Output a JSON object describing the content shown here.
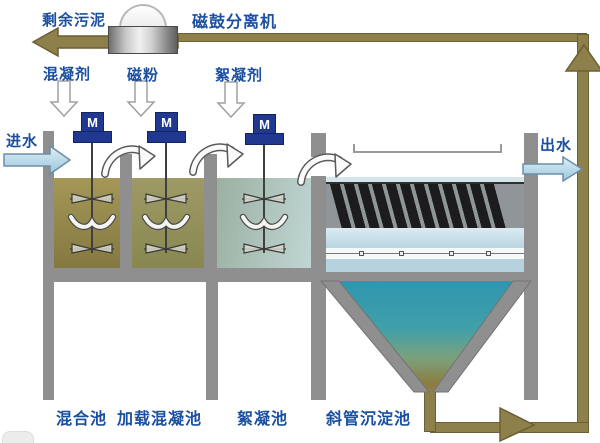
{
  "diagram": {
    "labels": {
      "excess_sludge": "剩余污泥",
      "drum_separator": "磁鼓分离机",
      "coagulant": "混凝剂",
      "magnetic_powder": "磁粉",
      "flocculant": "絮凝剂",
      "influent": "进水",
      "effluent": "出水",
      "mixing_tank": "混合池",
      "loaded_coagulation_tank": "加载混凝池",
      "flocculation_tank": "絮凝池",
      "tube_settler_tank": "斜管沉淀池"
    },
    "motor_label": "M",
    "colors": {
      "pipe_olive": "#8e804b",
      "label_blue": "#1b4fa0",
      "motor_navy": "#20388f",
      "water_arrow_fill": "#c3e0ef",
      "mixing_water": "#95884c",
      "coagulation_water": "#949159",
      "flocculation_water": "#aec3ba",
      "settler_water_top": "#2e96ae",
      "sludge_olive": "#8b7e43",
      "structure_gray": "#8f8f8f"
    }
  }
}
